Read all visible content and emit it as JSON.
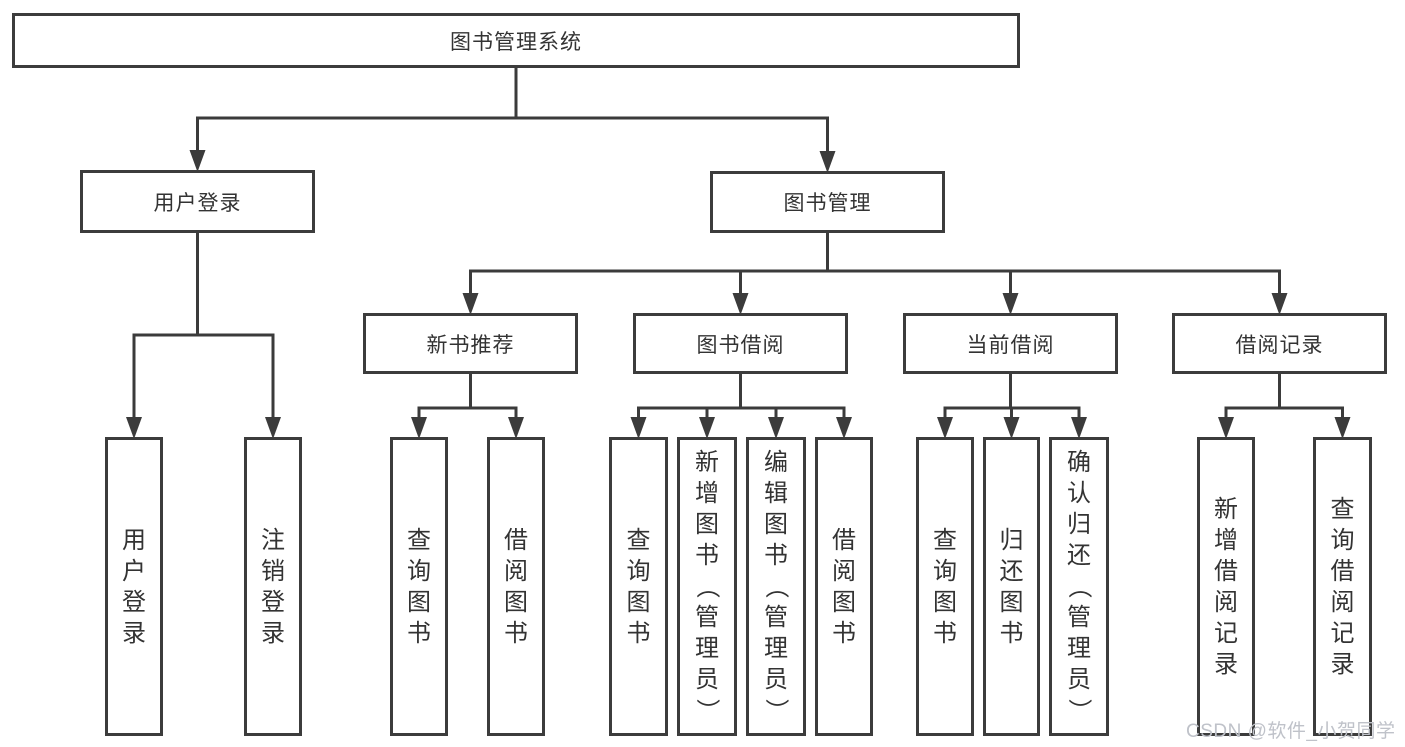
{
  "diagram": {
    "title": "图书管理系统",
    "watermark": "CSDN @软件_小贺同学",
    "colors": {
      "line": "#3b3b3b",
      "box_border": "#3c3c3c",
      "text": "#333333",
      "background": "#ffffff",
      "watermark": "#bfc2c9"
    },
    "nodes": [
      {
        "id": "root",
        "label": "图书管理系统",
        "level": 0,
        "parent": null
      },
      {
        "id": "user-login",
        "label": "用户登录",
        "level": 1,
        "parent": "root"
      },
      {
        "id": "book-management",
        "label": "图书管理",
        "level": 1,
        "parent": "root"
      },
      {
        "id": "new-book-recommend",
        "label": "新书推荐",
        "level": 2,
        "parent": "book-management"
      },
      {
        "id": "book-borrowing",
        "label": "图书借阅",
        "level": 2,
        "parent": "book-management"
      },
      {
        "id": "current-borrowing",
        "label": "当前借阅",
        "level": 2,
        "parent": "book-management"
      },
      {
        "id": "borrow-records",
        "label": "借阅记录",
        "level": 2,
        "parent": "book-management"
      },
      {
        "id": "user-login-leaf",
        "label": "用户登录",
        "level": 3,
        "parent": "user-login"
      },
      {
        "id": "logout-leaf",
        "label": "注销登录",
        "level": 3,
        "parent": "user-login"
      },
      {
        "id": "nb-query-books",
        "label": "查询图书",
        "level": 3,
        "parent": "new-book-recommend"
      },
      {
        "id": "nb-borrow-books",
        "label": "借阅图书",
        "level": 3,
        "parent": "new-book-recommend"
      },
      {
        "id": "bb-query-books",
        "label": "查询图书",
        "level": 3,
        "parent": "book-borrowing"
      },
      {
        "id": "bb-add-books",
        "label": "新增图书（管理员）",
        "level": 3,
        "parent": "book-borrowing"
      },
      {
        "id": "bb-edit-books",
        "label": "编辑图书（管理员）",
        "level": 3,
        "parent": "book-borrowing"
      },
      {
        "id": "bb-borrow-books",
        "label": "借阅图书",
        "level": 3,
        "parent": "book-borrowing"
      },
      {
        "id": "cb-query-books",
        "label": "查询图书",
        "level": 3,
        "parent": "current-borrowing"
      },
      {
        "id": "cb-return-books",
        "label": "归还图书",
        "level": 3,
        "parent": "current-borrowing"
      },
      {
        "id": "cb-confirm-return",
        "label": "确认归还（管理员）",
        "level": 3,
        "parent": "current-borrowing"
      },
      {
        "id": "br-add-record",
        "label": "新增借阅记录",
        "level": 3,
        "parent": "borrow-records"
      },
      {
        "id": "br-query-record",
        "label": "查询借阅记录",
        "level": 3,
        "parent": "borrow-records"
      }
    ]
  }
}
